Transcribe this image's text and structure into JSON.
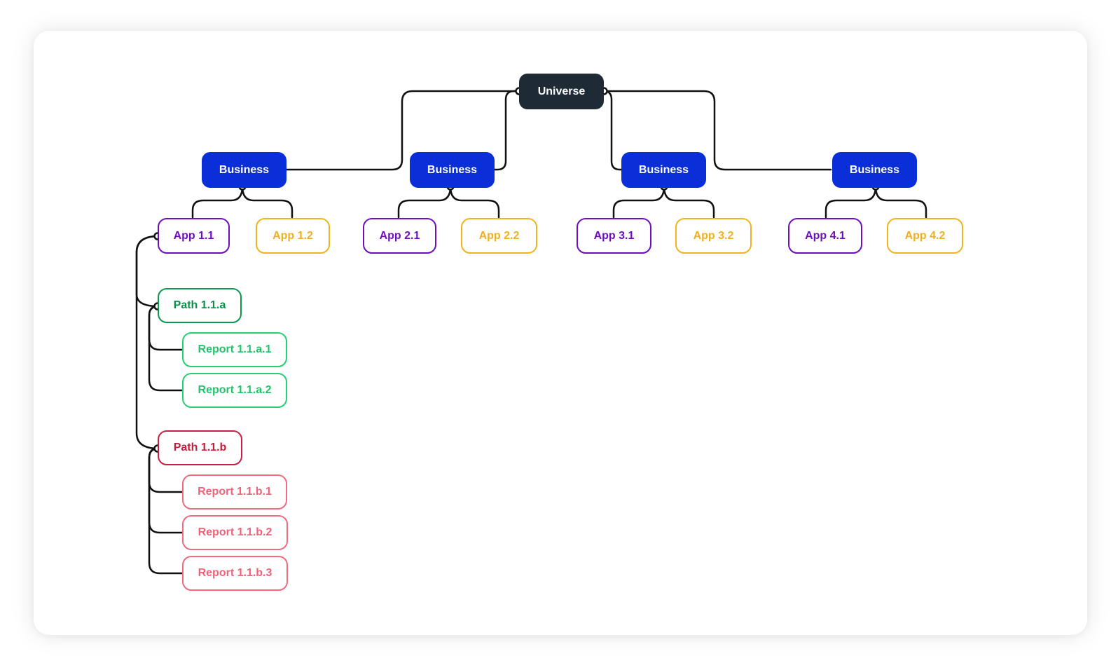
{
  "diagram": {
    "root": {
      "id": "universe",
      "label": "Universe"
    },
    "businesses": [
      {
        "id": "business-1",
        "label": "Business"
      },
      {
        "id": "business-2",
        "label": "Business"
      },
      {
        "id": "business-3",
        "label": "Business"
      },
      {
        "id": "business-4",
        "label": "Business"
      }
    ],
    "apps": [
      {
        "id": "app-1-1",
        "label": "App 1.1",
        "parent": "business-1"
      },
      {
        "id": "app-1-2",
        "label": "App 1.2",
        "parent": "business-1"
      },
      {
        "id": "app-2-1",
        "label": "App 2.1",
        "parent": "business-2"
      },
      {
        "id": "app-2-2",
        "label": "App 2.2",
        "parent": "business-2"
      },
      {
        "id": "app-3-1",
        "label": "App 3.1",
        "parent": "business-3"
      },
      {
        "id": "app-3-2",
        "label": "App 3.2",
        "parent": "business-3"
      },
      {
        "id": "app-4-1",
        "label": "App 4.1",
        "parent": "business-4"
      },
      {
        "id": "app-4-2",
        "label": "App 4.2",
        "parent": "business-4"
      }
    ],
    "paths": [
      {
        "id": "path-1-1-a",
        "label": "Path 1.1.a",
        "parent": "app-1-1"
      },
      {
        "id": "path-1-1-b",
        "label": "Path 1.1.b",
        "parent": "app-1-1"
      }
    ],
    "reports": [
      {
        "id": "report-1-1-a-1",
        "label": "Report 1.1.a.1",
        "parent": "path-1-1-a"
      },
      {
        "id": "report-1-1-a-2",
        "label": "Report 1.1.a.2",
        "parent": "path-1-1-a"
      },
      {
        "id": "report-1-1-b-1",
        "label": "Report 1.1.b.1",
        "parent": "path-1-1-b"
      },
      {
        "id": "report-1-1-b-2",
        "label": "Report 1.1.b.2",
        "parent": "path-1-1-b"
      },
      {
        "id": "report-1-1-b-3",
        "label": "Report 1.1.b.3",
        "parent": "path-1-1-b"
      }
    ],
    "colors": {
      "universe": "#1f2a37",
      "business": "#0a2fd9",
      "app_primary": "#6d0fbe",
      "app_secondary": "#f0b41e",
      "path_a": "#0a9a4e",
      "report_a": "#25d074",
      "path_b": "#c9203f",
      "report_b": "#f06b80",
      "connector": "#111111"
    }
  }
}
